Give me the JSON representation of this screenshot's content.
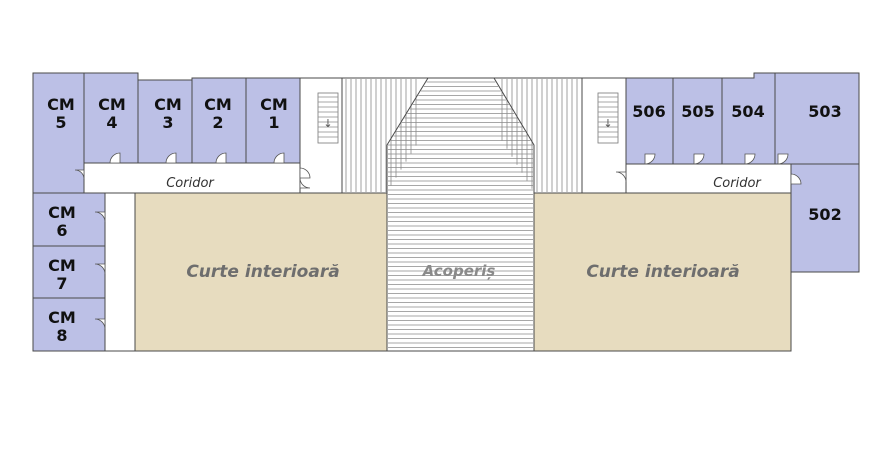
{
  "rooms": {
    "cm5": [
      "CM",
      "5"
    ],
    "cm4": [
      "CM",
      "4"
    ],
    "cm3": [
      "CM",
      "3"
    ],
    "cm2": [
      "CM",
      "2"
    ],
    "cm1": [
      "CM",
      "1"
    ],
    "cm6": [
      "CM",
      "6"
    ],
    "cm7": [
      "CM",
      "7"
    ],
    "cm8": [
      "CM",
      "8"
    ],
    "r506": "506",
    "r505": "505",
    "r504": "504",
    "r503": "503",
    "r502": "502"
  },
  "corridor_left": "Coridor",
  "corridor_right": "Coridor",
  "courtyard_left": "Curte interioară",
  "courtyard_right": "Curte interioară",
  "roof": "Acoperiș",
  "colors": {
    "room": "#bcc0e6",
    "courtyard": "#e7dcbf",
    "wall": "#4a4a4a"
  },
  "icons": {
    "stairs": "stairs-icon",
    "door": "door-swing-icon"
  }
}
